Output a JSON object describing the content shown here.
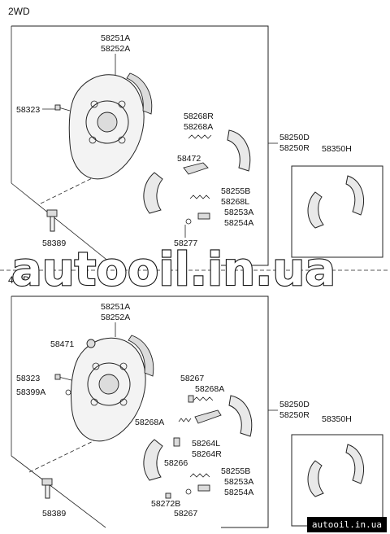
{
  "sections": {
    "top": "2WD",
    "bottom": "4WD"
  },
  "watermark": "autooil.in.ua",
  "footer": "autooil.in.ua",
  "labels_2wd": {
    "backing_plate_a": "58251A",
    "backing_plate_b": "58252A",
    "bolt": "58323",
    "bleeder_bolt": "58389",
    "spring_r": "58268R",
    "spring_a": "58268A",
    "adjuster": "58472",
    "spring_b": "58255B",
    "spring_l": "58268L",
    "pin_a": "58253A",
    "pin_b": "58254A",
    "cup": "58277",
    "assy_d": "58250D",
    "assy_r": "58250R",
    "shoe_kit": "58350H"
  },
  "labels_4wd": {
    "backing_plate_a": "58251A",
    "backing_plate_b": "58252A",
    "plug": "58471",
    "bolt": "58323",
    "washer": "58399A",
    "bleeder_bolt": "58389",
    "spring": "58267",
    "spring_a": "58268A",
    "spring_a2": "58268A",
    "lever_l": "58264L",
    "lever_r": "58264R",
    "strut": "58266",
    "spring_b": "58255B",
    "pin_a": "58253A",
    "pin_b": "58254A",
    "cup_b": "58272B",
    "spring_bottom": "58267",
    "assy_d": "58250D",
    "assy_r": "58250R",
    "shoe_kit": "58350H"
  }
}
